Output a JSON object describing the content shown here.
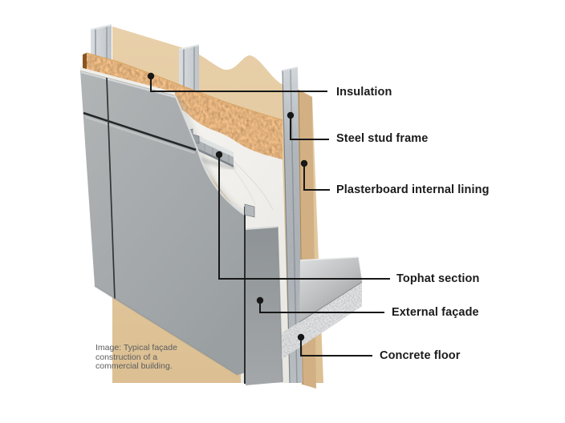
{
  "figure": {
    "kind": "cutaway construction diagram",
    "labels": {
      "insulation": "Insulation",
      "steel_stud_frame": "Steel stud frame",
      "plasterboard_internal_lining": "Plasterboard internal lining",
      "tophat_section": "Tophat section",
      "external_facade": "External façade",
      "concrete_floor": "Concrete floor"
    },
    "caption_lines": {
      "0": "Image: Typical façade",
      "1": "construction of a",
      "2": "commercial building."
    },
    "colors": {
      "background": "#ffffff",
      "label_text": "#1b1b1b",
      "caption_text": "#5b5c5e",
      "leader_line": "#171717",
      "facade_gray": "#a7abad",
      "plasterboard_tan": "#e2c89f",
      "insulation_orange": "#b5773a",
      "steel_gray": "#b9bec2",
      "membrane_white": "#f3f2ee",
      "concrete_gray": "#b0b2b3"
    }
  }
}
